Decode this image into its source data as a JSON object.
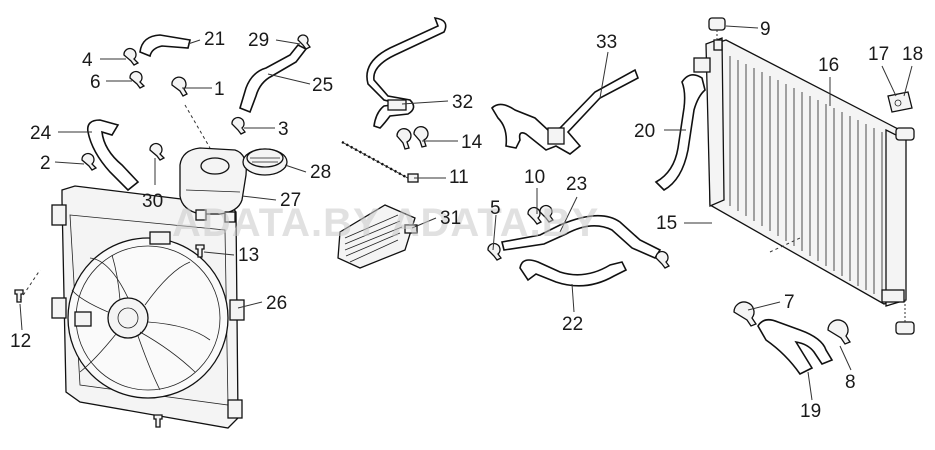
{
  "watermark": "ADATA.BY ADATA.BY",
  "callouts": {
    "c1": "1",
    "c2": "2",
    "c3": "3",
    "c4": "4",
    "c5": "5",
    "c6": "6",
    "c7": "7",
    "c8": "8",
    "c9": "9",
    "c10": "10",
    "c11": "11",
    "c12": "12",
    "c13": "13",
    "c14": "14",
    "c15": "15",
    "c16": "16",
    "c17": "17",
    "c18": "18",
    "c19": "19",
    "c20": "20",
    "c21": "21",
    "c22": "22",
    "c23": "23",
    "c24": "24",
    "c25": "25",
    "c26": "26",
    "c27": "27",
    "c28": "28",
    "c29": "29",
    "c30": "30",
    "c31": "31",
    "c32": "32",
    "c33": "33"
  }
}
